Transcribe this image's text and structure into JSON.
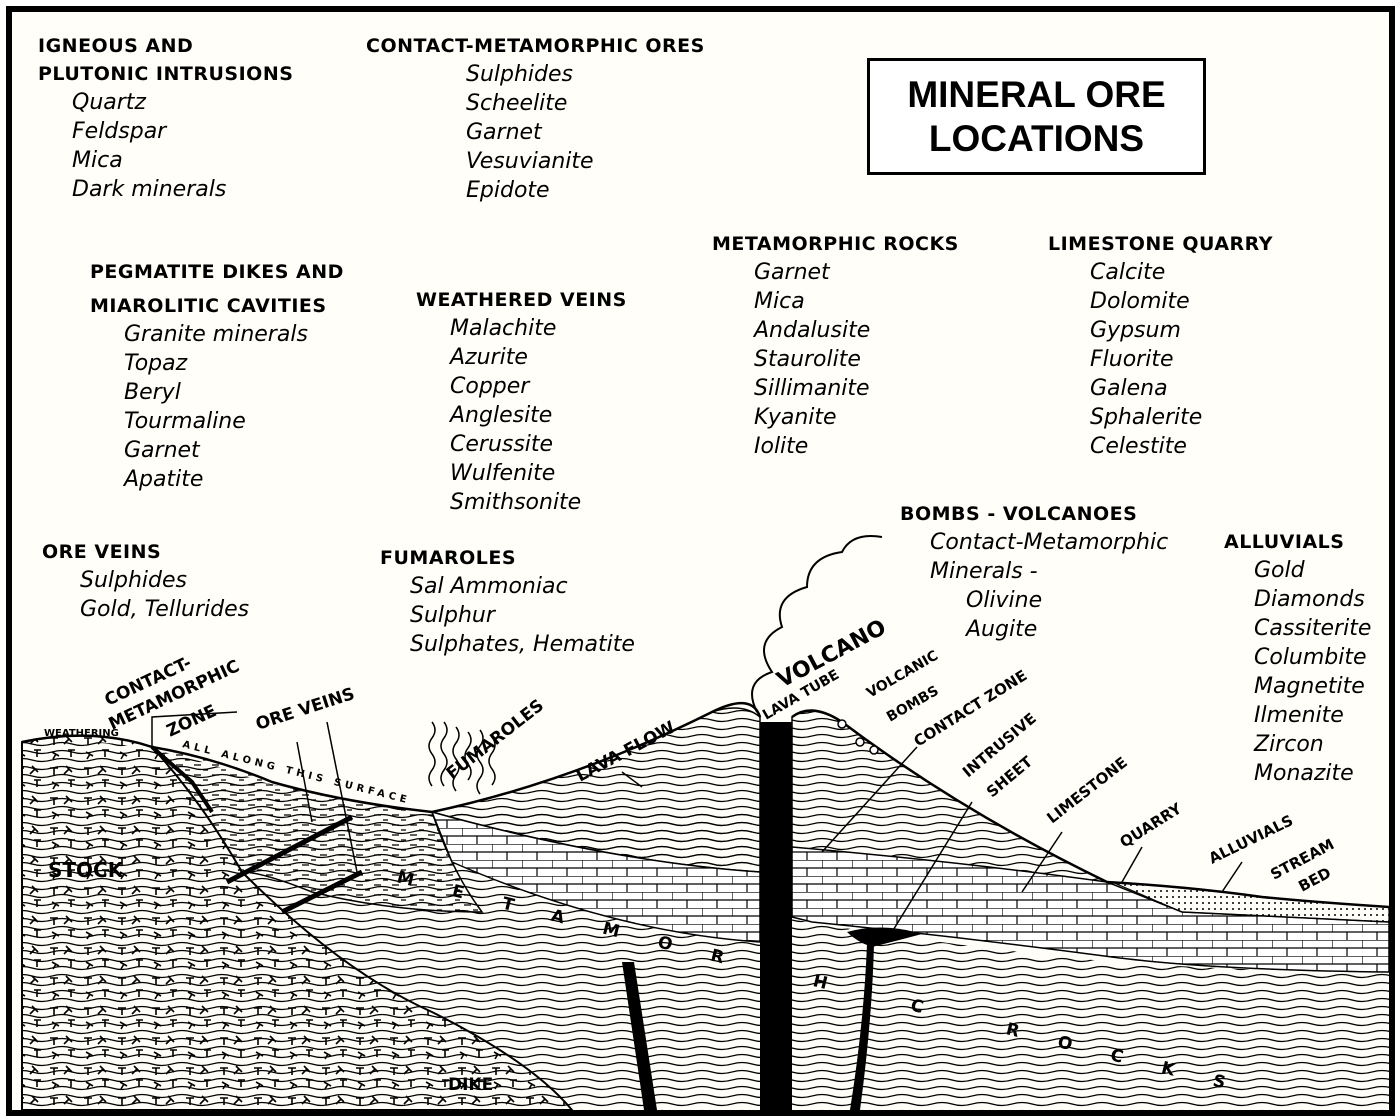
{
  "title": {
    "line1": "MINERAL ORE",
    "line2": "LOCATIONS"
  },
  "colors": {
    "ink": "#000000",
    "paper": "#fffef8",
    "frame": "#000000"
  },
  "legend": {
    "igneous": {
      "heading1": "IGNEOUS AND",
      "heading2": "PLUTONIC INTRUSIONS",
      "items": [
        "Quartz",
        "Feldspar",
        "Mica",
        "Dark minerals"
      ]
    },
    "contact_ores": {
      "heading": "CONTACT-METAMORPHIC ORES",
      "items": [
        "Sulphides",
        "Scheelite",
        "Garnet",
        "Vesuvianite",
        "Epidote"
      ]
    },
    "pegmatite": {
      "heading1": "PEGMATITE DIKES AND",
      "heading2": "MIAROLITIC CAVITIES",
      "items": [
        "Granite minerals",
        "Topaz",
        "Beryl",
        "Tourmaline",
        "Garnet",
        "Apatite"
      ]
    },
    "weathered": {
      "heading": "WEATHERED VEINS",
      "items": [
        "Malachite",
        "Azurite",
        "Copper",
        "Anglesite",
        "Cerussite",
        "Wulfenite",
        "Smithsonite"
      ]
    },
    "metamorphic": {
      "heading": "METAMORPHIC ROCKS",
      "items": [
        "Garnet",
        "Mica",
        "Andalusite",
        "Staurolite",
        "Sillimanite",
        "Kyanite",
        "Iolite"
      ]
    },
    "limestone": {
      "heading": "LIMESTONE QUARRY",
      "items": [
        "Calcite",
        "Dolomite",
        "Gypsum",
        "Fluorite",
        "Galena",
        "Sphalerite",
        "Celestite"
      ]
    },
    "ore_veins": {
      "heading": "ORE VEINS",
      "items": [
        "Sulphides",
        "Gold, Tellurides"
      ]
    },
    "fumaroles": {
      "heading": "FUMAROLES",
      "items": [
        "Sal Ammoniac",
        "Sulphur",
        "Sulphates, Hematite"
      ]
    },
    "bombs": {
      "heading": "BOMBS - VOLCANOES",
      "items": [
        "Contact-Metamorphic",
        "Minerals -",
        "Olivine",
        "Augite"
      ]
    },
    "alluvials": {
      "heading": "ALLUVIALS",
      "items": [
        "Gold",
        "Diamonds",
        "Cassiterite",
        "Columbite",
        "Magnetite",
        "Ilmenite",
        "Zircon",
        "Monazite"
      ]
    }
  },
  "diagram_labels": {
    "contact_zone_a": "CONTACT-",
    "contact_zone_b": "METAMORPHIC",
    "contact_zone_c": "ZONE",
    "weathering": "WEATHERING",
    "along_surface": "ALL ALONG THIS SURFACE",
    "ore_veins": "ORE VEINS",
    "fumaroles": "FUMAROLES",
    "lava_flow": "LAVA FLOW",
    "volcano": "VOLCANO",
    "lava_tube": "LAVA TUBE",
    "volcanic_bombs_a": "VOLCANIC",
    "volcanic_bombs_b": "BOMBS",
    "contact_zone": "CONTACT ZONE",
    "intrusive_a": "INTRUSIVE",
    "intrusive_b": "SHEET",
    "limestone": "LIMESTONE",
    "quarry": "QUARRY",
    "alluvials": "ALLUVIALS",
    "stream_a": "STREAM",
    "stream_b": "BED",
    "stock": "STOCK",
    "dike": "DIKE",
    "metamorphic_rocks": "METAMORPHIC ROCKS"
  }
}
